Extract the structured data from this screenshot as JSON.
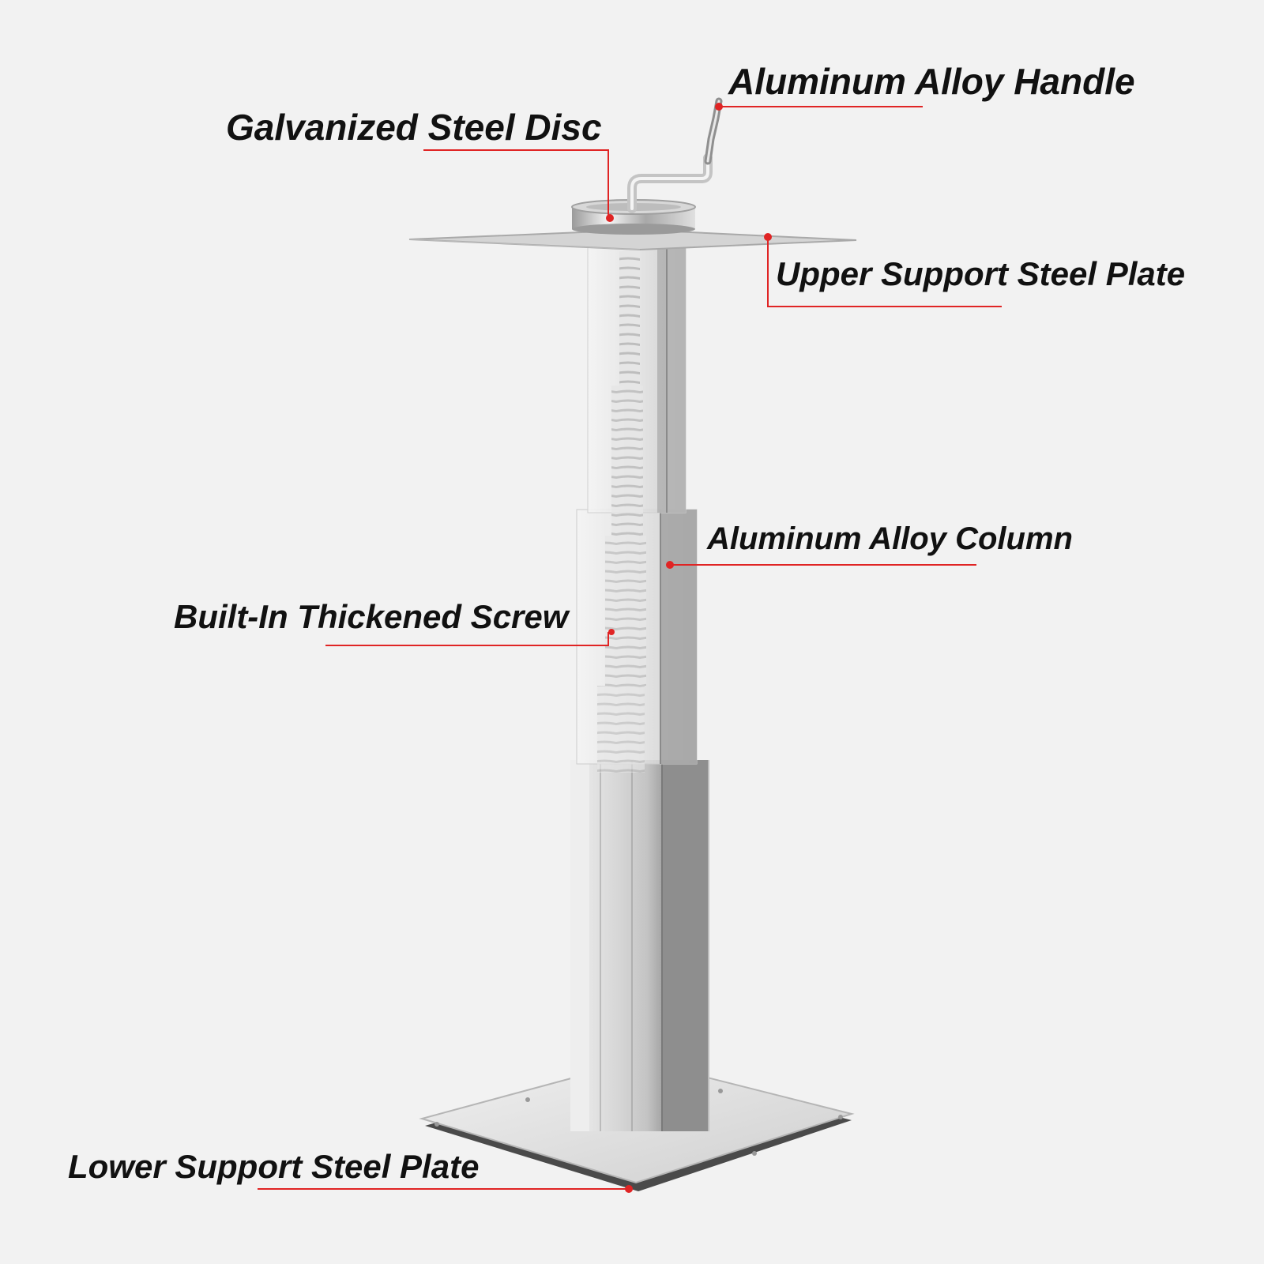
{
  "colors": {
    "background": "#f2f2f2",
    "leader": "#e02424",
    "text": "#111111",
    "metal_light": "#dcdcdc",
    "metal_dark": "#8c8c8c"
  },
  "callouts": [
    {
      "id": "handle",
      "text": "Aluminum Alloy Handle"
    },
    {
      "id": "disc",
      "text": "Galvanized Steel Disc"
    },
    {
      "id": "upper",
      "text": "Upper Support Steel Plate"
    },
    {
      "id": "column",
      "text": "Aluminum Alloy Column"
    },
    {
      "id": "screw",
      "text": "Built-In Thickened Screw"
    },
    {
      "id": "lower",
      "text": "Lower Support Steel Plate"
    }
  ]
}
